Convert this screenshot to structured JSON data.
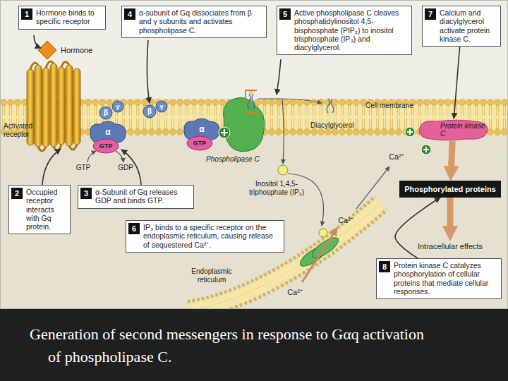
{
  "diagram": {
    "caption": "Generation of second messengers in response to Gαq activation of phospholipase C.",
    "nodes": [
      {
        "text": [
          "1",
          "Hormone binds to specific receptor"
        ]
      },
      {
        "text": [
          "4",
          "α-subunit of Gq dissociates from β and γ subunits and activates phospholipase C."
        ]
      },
      {
        "text": [
          "5",
          "Active phospholipase C cleaves phosphatidylinositol 4,5-bisphosphate (PIP₂) to inositol trisphosphate (IP₃) and diacylglycerol."
        ]
      },
      {
        "text": [
          "7",
          "Calcium and diacylglycerol activate protein kinase C."
        ]
      },
      {
        "text": [
          "Protein kinase C"
        ]
      },
      {
        "text": [
          "Phosphorylated proteins"
        ]
      },
      {
        "text": [
          "2",
          "Occupied receptor interacts with Gq protein."
        ]
      },
      {
        "text": [
          "3",
          "α-Subunit of Gq releases GDP and binds GTP."
        ]
      },
      {
        "text": [
          "6",
          "IP₃ binds to a specific receptor on the endoplasmic reticulum, causing release of sequestered Ca²⁺."
        ]
      },
      {
        "text": [
          "Intracellular effects"
        ]
      },
      {
        "text": [
          "8",
          "Protein kinase C catalyzes phosphorylation of cellular proteins that mediate cellular responses."
        ]
      }
    ],
    "edges": [
      {
        "from": 3,
        "to": 4,
        "arrow": "to"
      },
      {
        "from": 4,
        "to": 5,
        "arrow": "to"
      },
      {
        "from": 5,
        "to": 9,
        "arrow": "to"
      },
      {
        "from": 10,
        "to": 5,
        "arrow": "to"
      }
    ],
    "labels": [
      "Hormone",
      "Activated receptor",
      "β",
      "γ",
      "α",
      "GTP",
      "GTP",
      "GDP",
      "β",
      "γ",
      "α",
      "GTP",
      "Phospholipase C",
      "Cell membrane",
      "Diacylglycerol",
      "Ca²⁺",
      "Inositol 1,4,5-triphosphate (IP₃)",
      "Ca²⁺",
      "Ca²⁺",
      "Endoplasmic reticulum"
    ]
  }
}
